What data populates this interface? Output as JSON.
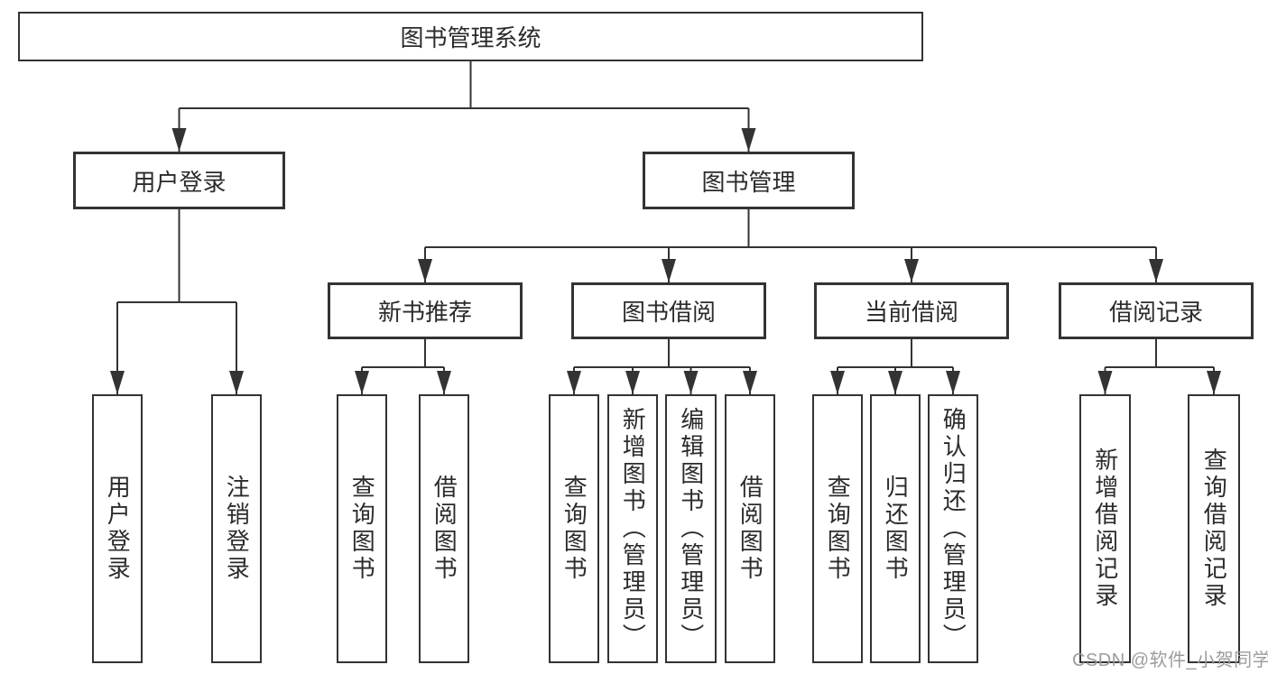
{
  "colors": {
    "background": "#ffffff",
    "line": "#333333",
    "border": "#333333",
    "text": "#2b2b2b",
    "watermark": "#9c9c9c"
  },
  "tree": {
    "label": "图书管理系统",
    "children": [
      {
        "label": "用户登录",
        "children": [
          {
            "label": "用户登录"
          },
          {
            "label": "注销登录"
          }
        ]
      },
      {
        "label": "图书管理",
        "children": [
          {
            "label": "新书推荐",
            "children": [
              {
                "label": "查询图书"
              },
              {
                "label": "借阅图书"
              }
            ]
          },
          {
            "label": "图书借阅",
            "children": [
              {
                "label": "查询图书"
              },
              {
                "label": "新增图书（管理员）"
              },
              {
                "label": "编辑图书（管理员）"
              },
              {
                "label": "借阅图书"
              }
            ]
          },
          {
            "label": "当前借阅",
            "children": [
              {
                "label": "查询图书"
              },
              {
                "label": "归还图书"
              },
              {
                "label": "确认归还（管理员）"
              }
            ]
          },
          {
            "label": "借阅记录",
            "children": [
              {
                "label": "新增借阅记录"
              },
              {
                "label": "查询借阅记录"
              }
            ]
          }
        ]
      }
    ]
  },
  "watermark": {
    "text": "CSDN @软件_小贺同学"
  }
}
